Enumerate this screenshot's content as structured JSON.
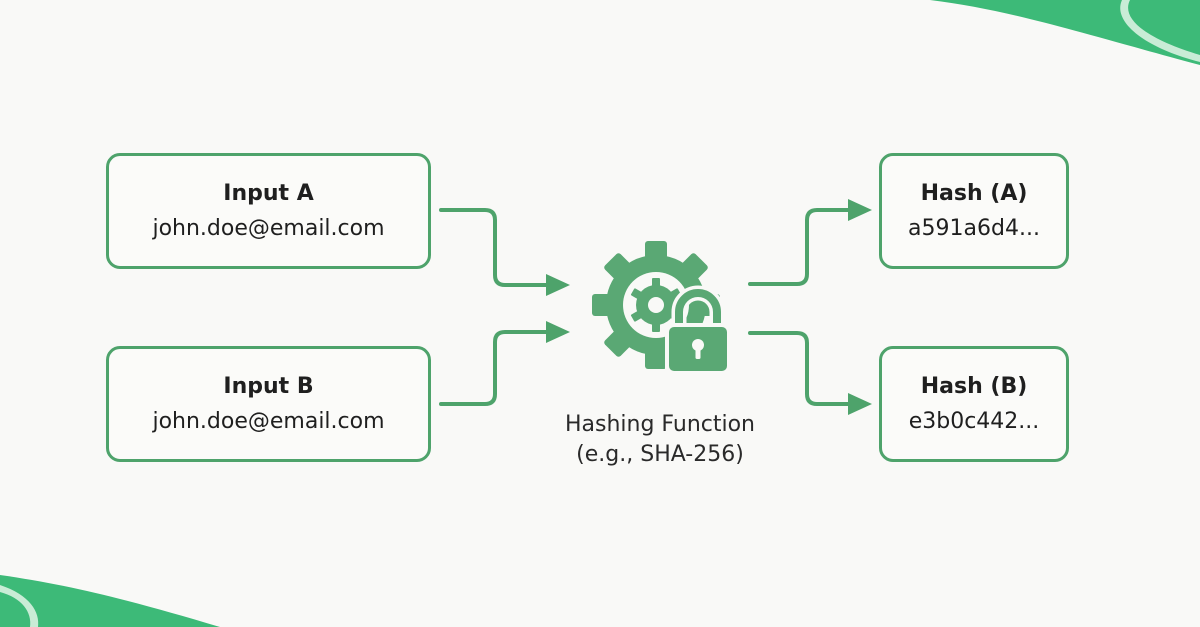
{
  "inputs": [
    {
      "title": "Input A",
      "value": "john.doe@email.com"
    },
    {
      "title": "Input B",
      "value": "john.doe@email.com"
    }
  ],
  "hashes": [
    {
      "title": "Hash (A)",
      "value": "a591a6d4..."
    },
    {
      "title": "Hash (B)",
      "value": "e3b0c442..."
    }
  ],
  "function": {
    "line1": "Hashing Function",
    "line2": "(e.g., SHA-256)",
    "icon": "gear-lock-icon"
  },
  "colors": {
    "accent": "#4ea36b",
    "accent_light": "#8fd3a8",
    "background": "#f9f9f7"
  }
}
